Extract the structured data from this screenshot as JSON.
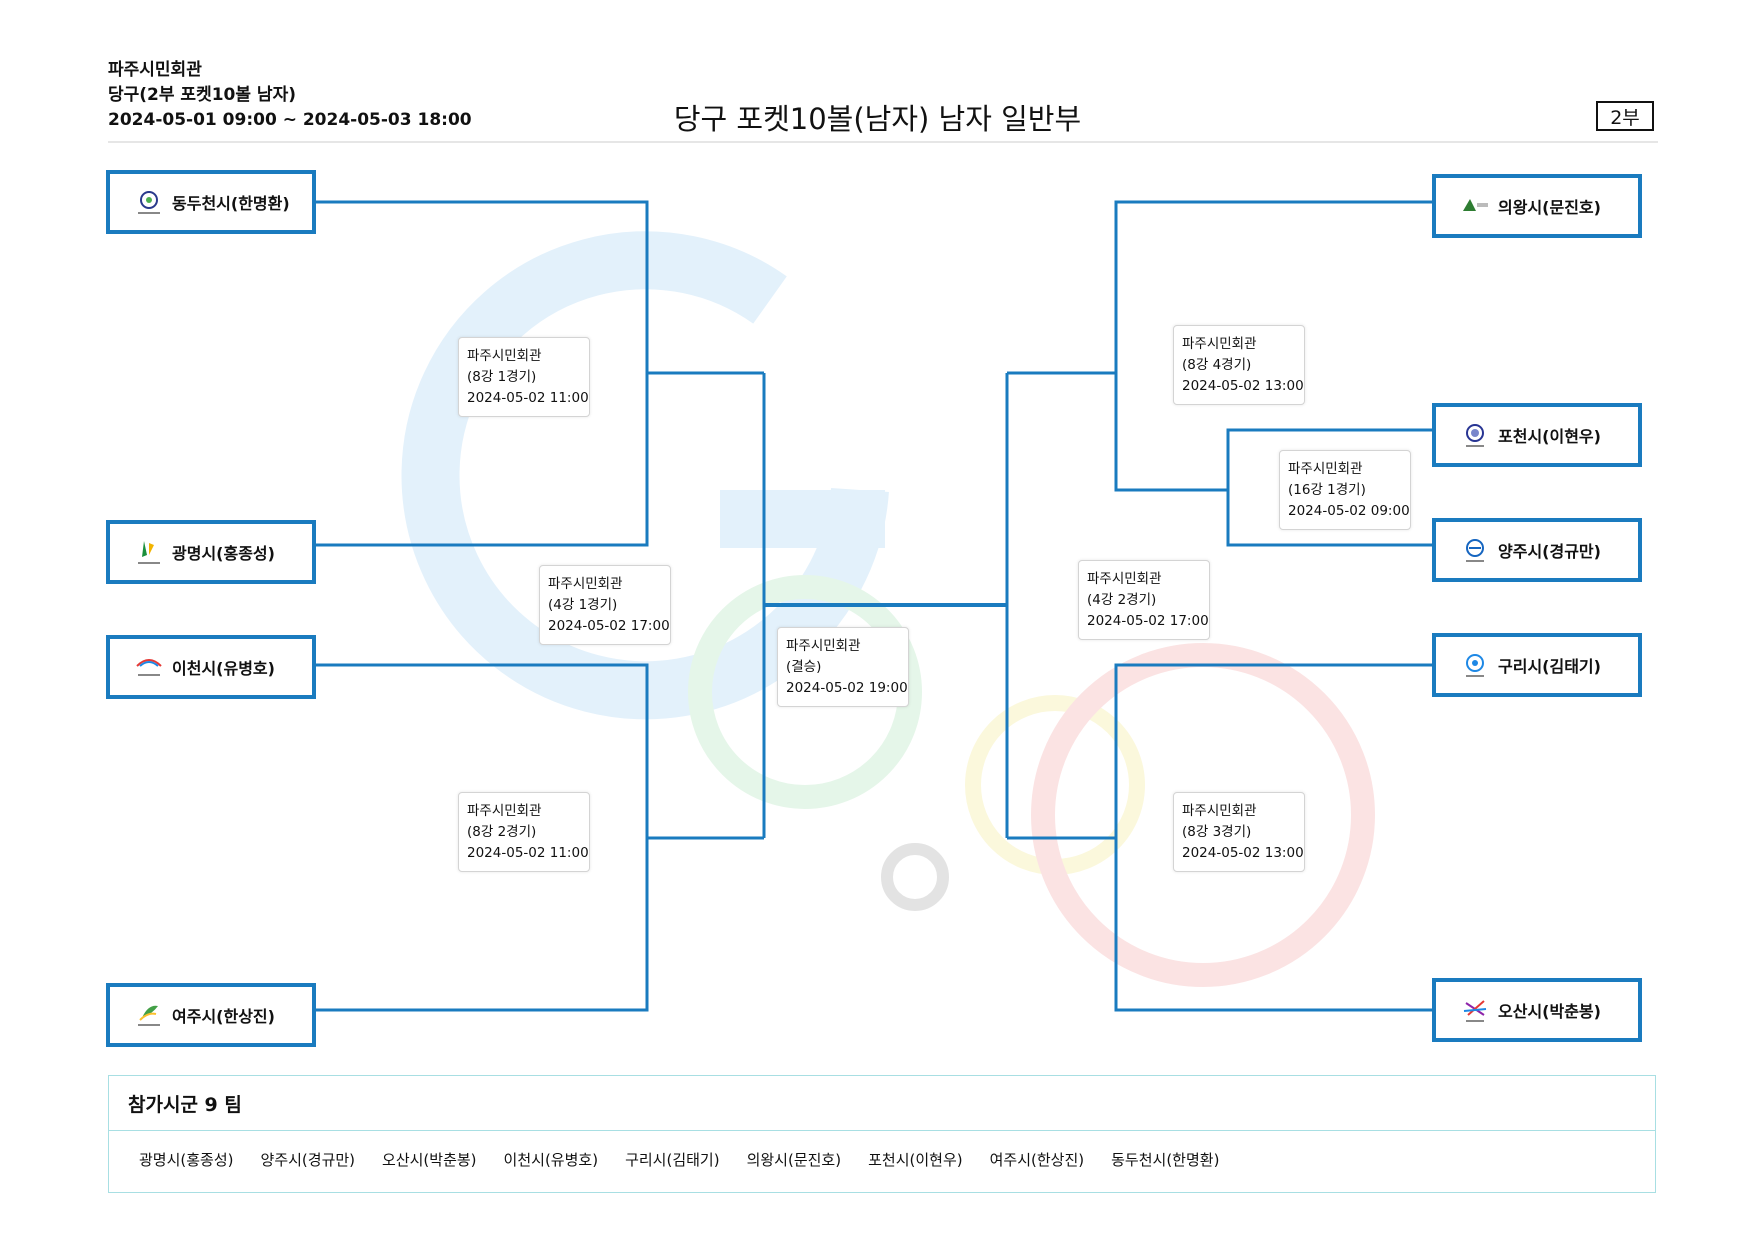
{
  "header": {
    "venue": "파주시민회관",
    "event": "당구(2부 포켓10볼 남자)",
    "period": "2024-05-01 09:00 ~ 2024-05-03 18:00",
    "title": "당구 포켓10볼(남자) 남자 일반부",
    "division_badge": "2부"
  },
  "colors": {
    "bracket_line": "#1a7bbf",
    "panel_border": "#a8dfe3"
  },
  "teams": {
    "left": [
      {
        "name": "동두천시(한명환)",
        "logo": "city-emblem-icon"
      },
      {
        "name": "광명시(홍종성)",
        "logo": "city-emblem-icon"
      },
      {
        "name": "이천시(유병호)",
        "logo": "city-emblem-icon"
      },
      {
        "name": "여주시(한상진)",
        "logo": "city-emblem-icon"
      }
    ],
    "right": [
      {
        "name": "의왕시(문진호)",
        "logo": "city-emblem-icon"
      },
      {
        "name": "포천시(이현우)",
        "logo": "city-emblem-icon"
      },
      {
        "name": "양주시(경규만)",
        "logo": "city-emblem-icon"
      },
      {
        "name": "구리시(김태기)",
        "logo": "city-emblem-icon"
      },
      {
        "name": "오산시(박춘봉)",
        "logo": "city-emblem-icon"
      }
    ]
  },
  "matches": [
    {
      "venue": "파주시민회관",
      "round": "(8강 1경기)",
      "datetime": "2024-05-02 11:00"
    },
    {
      "venue": "파주시민회관",
      "round": "(8강 2경기)",
      "datetime": "2024-05-02 11:00"
    },
    {
      "venue": "파주시민회관",
      "round": "(4강 1경기)",
      "datetime": "2024-05-02 17:00"
    },
    {
      "venue": "파주시민회관",
      "round": "(결승)",
      "datetime": "2024-05-02 19:00"
    },
    {
      "venue": "파주시민회관",
      "round": "(4강 2경기)",
      "datetime": "2024-05-02 17:00"
    },
    {
      "venue": "파주시민회관",
      "round": "(8강 4경기)",
      "datetime": "2024-05-02 13:00"
    },
    {
      "venue": "파주시민회관",
      "round": "(16강 1경기)",
      "datetime": "2024-05-02 09:00"
    },
    {
      "venue": "파주시민회관",
      "round": "(8강 3경기)",
      "datetime": "2024-05-02 13:00"
    }
  ],
  "participants": {
    "title": "참가시군 9 팀",
    "list": [
      "광명시(홍종성)",
      "양주시(경규만)",
      "오산시(박춘봉)",
      "이천시(유병호)",
      "구리시(김태기)",
      "의왕시(문진호)",
      "포천시(이현우)",
      "여주시(한상진)",
      "동두천시(한명환)"
    ]
  }
}
